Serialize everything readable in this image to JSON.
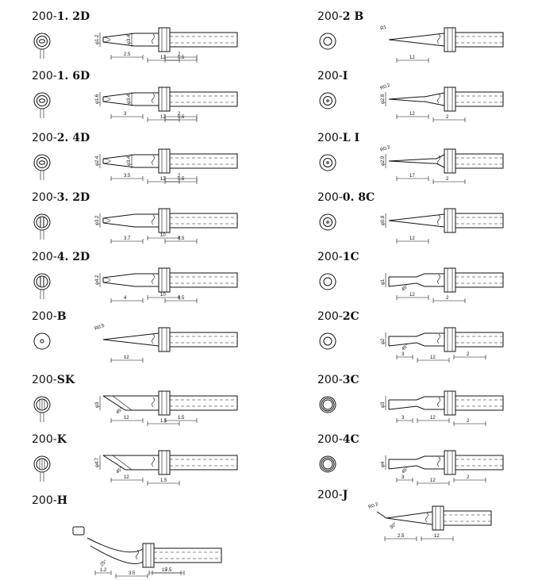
{
  "tips": [
    {
      "prefix": "200-",
      "code": "1. 2D",
      "kind": "D",
      "face": "ring-slot",
      "dims": [
        "φ1.2",
        "φ3.4",
        "2.5",
        "12",
        "2",
        "0.5"
      ]
    },
    {
      "prefix": "200-",
      "code": "1. 6D",
      "kind": "D",
      "face": "ring-slot",
      "dims": [
        "φ1.6",
        "φ3.4",
        "3",
        "12",
        "2",
        "0.5"
      ]
    },
    {
      "prefix": "200-",
      "code": "2. 4D",
      "kind": "D",
      "face": "ring-slot",
      "dims": [
        "φ2.4",
        "φ3.4",
        "3.5",
        "12",
        "2",
        "0.5"
      ]
    },
    {
      "prefix": "200-",
      "code": "3. 2D",
      "kind": "D2",
      "face": "ring-bar",
      "dims": [
        "φ3.2",
        "3.7",
        "10",
        "0.5"
      ]
    },
    {
      "prefix": "200-",
      "code": "4. 2D",
      "kind": "D2",
      "face": "ring-bar",
      "dims": [
        "φ4.2",
        "4",
        "10",
        "0.5"
      ]
    },
    {
      "prefix": "200-",
      "code": "B",
      "kind": "B",
      "face": "dot",
      "dims": [
        "R0.5",
        "12"
      ]
    },
    {
      "prefix": "200-",
      "code": "SK",
      "kind": "SK",
      "face": "ring-bars",
      "dims": [
        "φ3",
        "45°",
        "12",
        "1.5",
        "1.5"
      ]
    },
    {
      "prefix": "200-",
      "code": "K",
      "kind": "K",
      "face": "ring-bars",
      "dims": [
        "φ4.7",
        "45°",
        "12",
        "1.5"
      ]
    },
    {
      "prefix": "200-",
      "code": "H",
      "kind": "H",
      "face": "none",
      "dims": [
        "1.2",
        "3.5",
        "7.5",
        "25°",
        "15"
      ]
    },
    {
      "prefix": "200-",
      "code": "2 B",
      "kind": "B2",
      "face": "ring-small",
      "dims": [
        "R1",
        "12"
      ]
    },
    {
      "prefix": "200-",
      "code": "I",
      "kind": "I",
      "face": "ring-dot",
      "dims": [
        "R0.2",
        "φ2.8",
        "12",
        "2"
      ]
    },
    {
      "prefix": "200-",
      "code": "L I",
      "kind": "LI",
      "face": "ring-dot",
      "dims": [
        "R0.2",
        "φ2.9",
        "17",
        "2"
      ]
    },
    {
      "prefix": "200-",
      "code": "0. 8C",
      "kind": "C0",
      "face": "ring-dot",
      "dims": [
        "φ0.8",
        "12"
      ]
    },
    {
      "prefix": "200-",
      "code": "1C",
      "kind": "C",
      "face": "ring-small",
      "dims": [
        "φ1",
        "45°",
        "12",
        "2"
      ]
    },
    {
      "prefix": "200-",
      "code": "2C",
      "kind": "C",
      "face": "ring-small",
      "dims": [
        "3",
        "φ2",
        "45°",
        "12",
        "2"
      ]
    },
    {
      "prefix": "200-",
      "code": "3C",
      "kind": "C",
      "face": "ring-double",
      "dims": [
        "3",
        "φ3",
        "12",
        "2"
      ]
    },
    {
      "prefix": "200-",
      "code": "4C",
      "kind": "C",
      "face": "ring-double",
      "dims": [
        "3",
        "φ4",
        "45°",
        "12",
        "2"
      ]
    },
    {
      "prefix": "200-",
      "code": "J",
      "kind": "J",
      "face": "none",
      "dims": [
        "30°",
        "2.5",
        "R0.2",
        "12"
      ]
    }
  ]
}
